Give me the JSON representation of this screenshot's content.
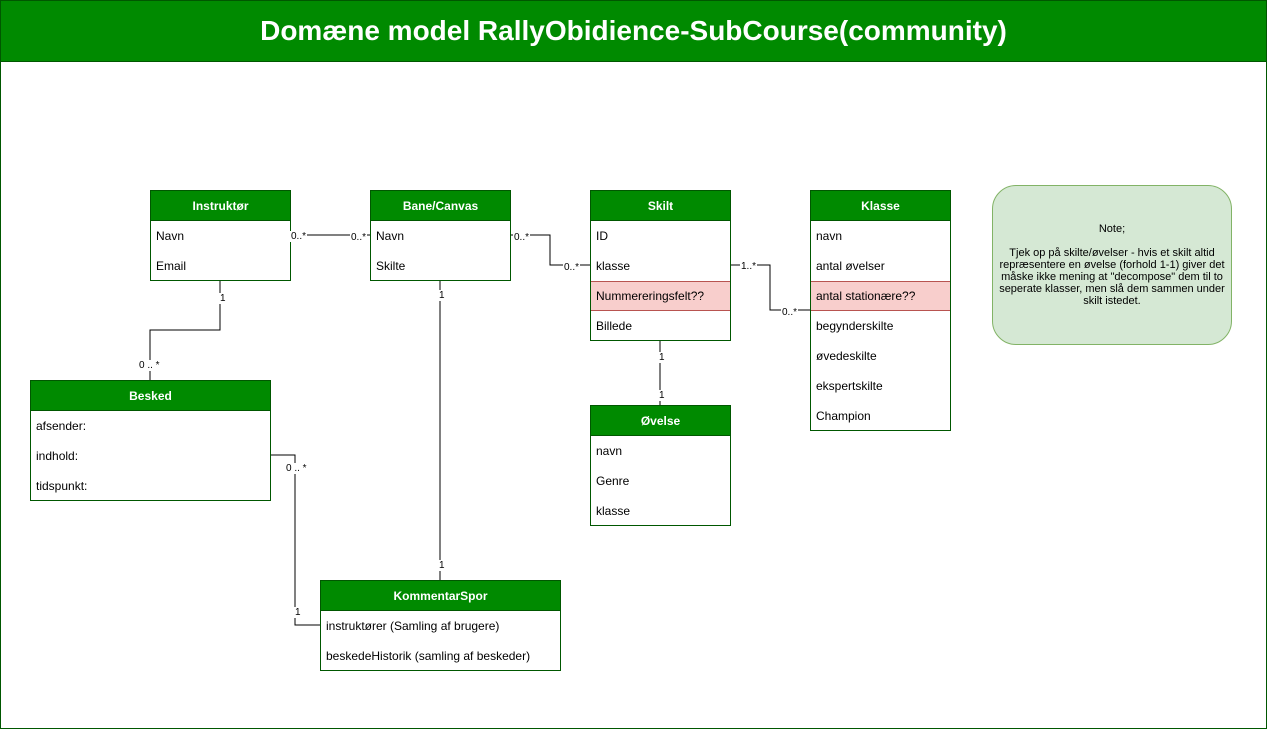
{
  "title": "Domæne model RallyObidience-SubCourse(community)",
  "colors": {
    "header": "#008a00",
    "border": "#005700",
    "highlight": "#f8cecc",
    "note_bg": "#d5e8d4"
  },
  "classes": {
    "instruktor": {
      "name": "Instruktør",
      "fields": [
        "Navn",
        "Email"
      ]
    },
    "bane": {
      "name": "Bane/Canvas",
      "fields": [
        "Navn",
        "Skilte"
      ]
    },
    "skilt": {
      "name": "Skilt",
      "fields": [
        "ID",
        "klasse",
        "Nummereringsfelt??",
        "Billede"
      ]
    },
    "klasse": {
      "name": "Klasse",
      "fields": [
        "navn",
        "antal øvelser",
        "antal stationære??",
        "begynderskilte",
        "øvedeskilte",
        "ekspertskilte",
        "Champion"
      ]
    },
    "besked": {
      "name": "Besked",
      "fields": [
        "afsender:",
        "indhold:",
        "tidspunkt:"
      ]
    },
    "ovelse": {
      "name": "Øvelse",
      "fields": [
        "navn",
        "Genre",
        "klasse"
      ]
    },
    "kommentar": {
      "name": "KommentarSpor",
      "fields": [
        "instruktører (Samling af brugere)",
        "beskedeHistorik (samling af beskeder)"
      ]
    }
  },
  "multiplicities": {
    "instr_bane_a": "0..*",
    "instr_bane_b": "0..*",
    "bane_skilt_a": "0..*",
    "bane_skilt_b": "0..*",
    "skilt_klasse_a": "1..*",
    "skilt_klasse_b": "0..*",
    "instr_besked_a": "1",
    "instr_besked_b": "0 .. *",
    "skilt_ovelse_a": "1",
    "skilt_ovelse_b": "1",
    "bane_komm_a": "1",
    "bane_komm_b": "1",
    "besked_komm_a": "0 .. *",
    "besked_komm_b": "1"
  },
  "note": {
    "title": "Note;",
    "text": "Tjek op på skilte/øvelser - hvis et skilt altid repræsentere en øvelse (forhold 1-1) giver det måske ikke mening at \"decompose\" dem til to seperate klasser, men slå dem sammen under skilt istedet."
  }
}
